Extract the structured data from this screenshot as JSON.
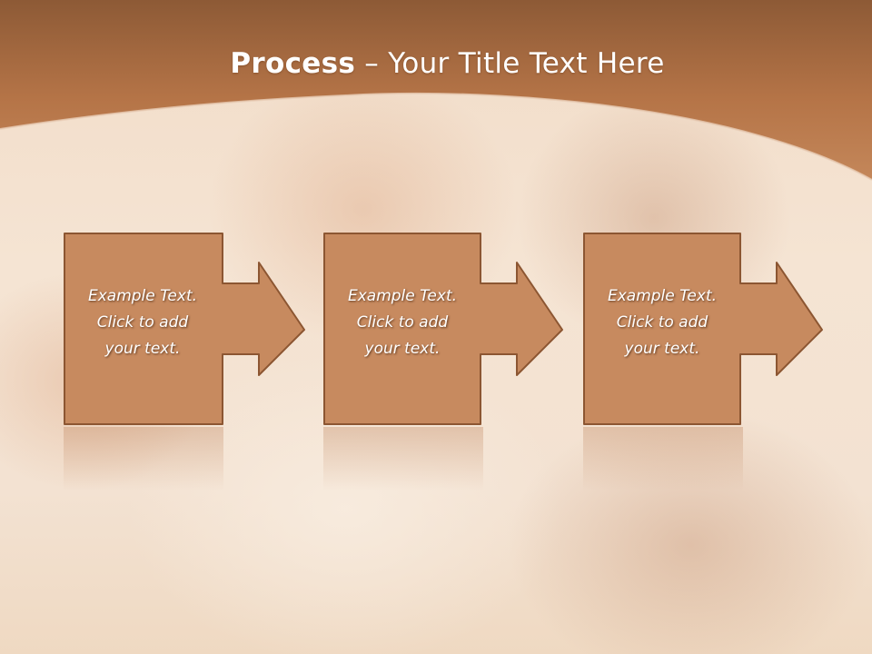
{
  "title": {
    "bold": "Process",
    "rest": " – Your Title Text Here"
  },
  "steps": [
    {
      "line1": "Example Text.",
      "line2": "Click  to add",
      "line3": "your text."
    },
    {
      "line1": "Example Text.",
      "line2": "Click  to add",
      "line3": "your text."
    },
    {
      "line1": "Example Text.",
      "line2": "Click  to add",
      "line3": "your text."
    }
  ],
  "colors": {
    "header": "#b9774a",
    "box_fill": "#c78a5f",
    "box_border": "#8c5632",
    "background": "#f3e2d2"
  }
}
